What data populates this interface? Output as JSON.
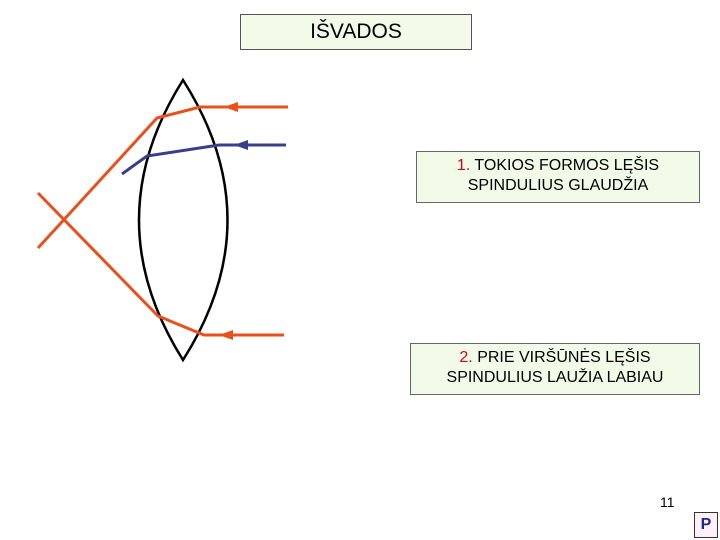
{
  "slide": {
    "title": "IŠVADOS",
    "page_number": "11",
    "nav_button_label": "P"
  },
  "conclusions": [
    {
      "number": "1.",
      "line1": "TOKIOS FORMOS LĘŠIS",
      "line2": "SPINDULIUS  GLAUDŽIA"
    },
    {
      "number": "2.",
      "line1": "PRIE VIRŠŪNĖS LĘŠIS",
      "line2": "SPINDULIUS  LAUŽIA LABIAU"
    }
  ],
  "colors": {
    "ray_primary": "#e8501c",
    "ray_secondary": "#3a3c8c",
    "lens_outline": "#000000",
    "box_fill": "#f2fbe8",
    "number_color": "#d0021b"
  },
  "icons": {
    "arrow": "arrow-left-icon"
  }
}
